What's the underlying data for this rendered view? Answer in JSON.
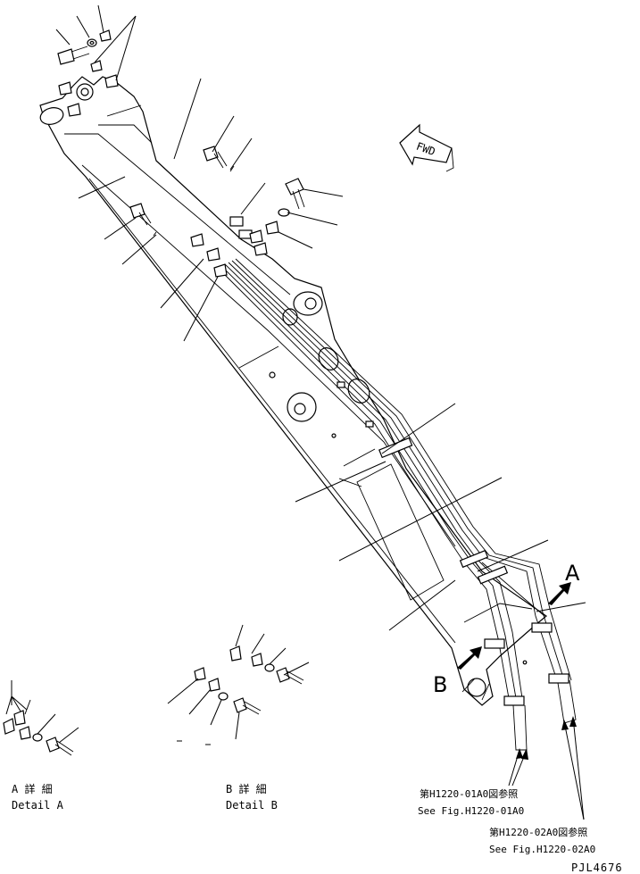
{
  "fwd_label": "FWD",
  "view_a": {
    "letter": "A"
  },
  "view_b": {
    "letter": "B"
  },
  "detail_a": {
    "jp": "A 詳 細",
    "en": "Detail A"
  },
  "detail_b": {
    "jp": "B 詳 細",
    "en": "Detail B"
  },
  "refs": [
    {
      "jp": "第H1220-01A0図参照",
      "en": "See Fig.H1220-01A0"
    },
    {
      "jp": "第H1220-02A0図参照",
      "en": "See Fig.H1220-02A0"
    }
  ],
  "drawing_code": "PJL4676"
}
